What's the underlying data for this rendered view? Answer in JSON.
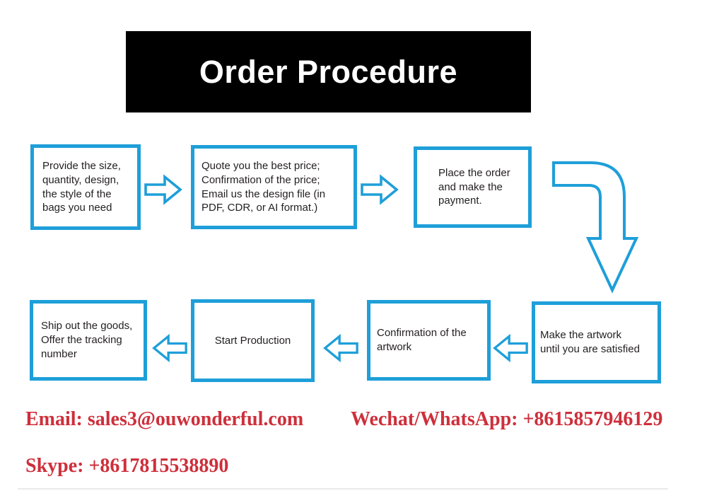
{
  "banner": {
    "title": "Order Procedure"
  },
  "colors": {
    "accent_blue": "#1E9FD9",
    "box_text": "#231F20",
    "contact_red": "#CE2F3B",
    "banner_bg": "#000000",
    "banner_text": "#FFFFFF"
  },
  "steps": [
    {
      "name": "provide-details",
      "text": "Provide the size,\nquantity, design,\nthe style of the\nbags you need"
    },
    {
      "name": "quote-price",
      "text": "Quote you the best price;\nConfirmation of the price;\nEmail us the design file (in\nPDF, CDR, or AI format.)"
    },
    {
      "name": "place-order",
      "text": "Place the order\nand make the\npayment."
    },
    {
      "name": "make-artwork",
      "text": "Make the artwork\nuntil you are satisfied"
    },
    {
      "name": "confirm-artwork",
      "text": "Confirmation of the\nartwork"
    },
    {
      "name": "start-production",
      "text": "Start Production"
    },
    {
      "name": "ship-goods",
      "text": "Ship out the goods,\nOffer the tracking\nnumber"
    }
  ],
  "contact": {
    "email": "Email: sales3@ouwonderful.com",
    "wechat_whatsapp": "Wechat/WhatsApp: +8615857946129",
    "skype": "Skype: +8617815538890"
  }
}
